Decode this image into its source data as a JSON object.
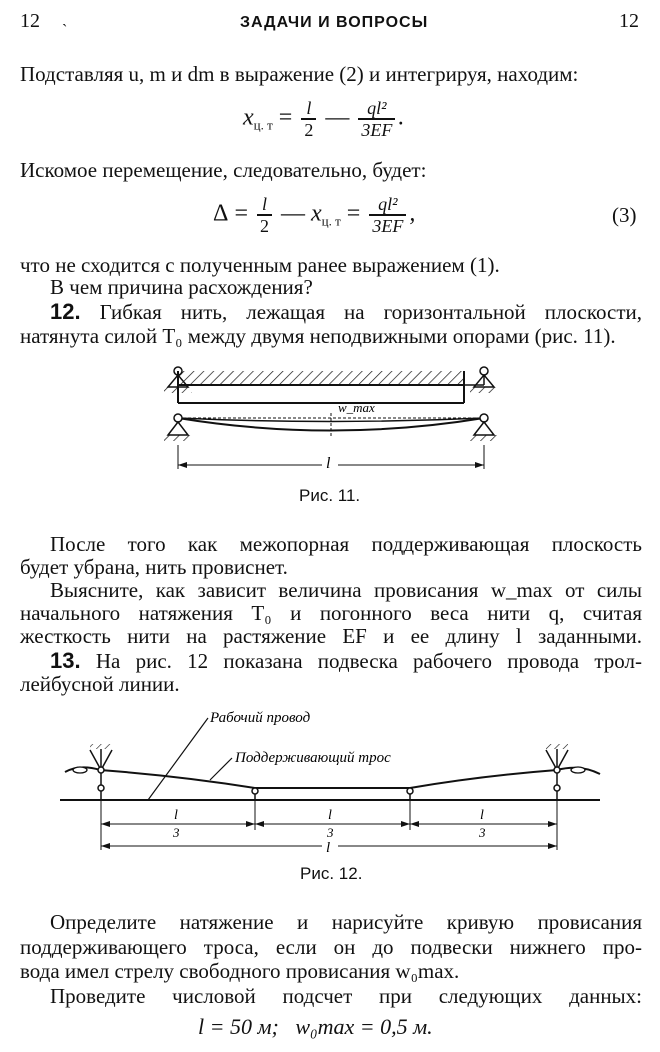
{
  "header": {
    "page_number": "12",
    "title": "ЗАДАЧИ И ВОПРОСЫ",
    "problem_ref": "12"
  },
  "text": {
    "l1": "Подставляя u, m и dm в выражение (2) и интегрируя, находим:",
    "l2": "Искомое перемещение, следовательно, будет:",
    "l3": "что не сходится с полученным ранее выражением (1).",
    "l4": "В чем причина расхождения?",
    "p12_num": "12.",
    "p12_l1": "Гибкая нить, лежащая на горизонтальной плоскости,",
    "p12_l2": "натянута силой T₀ между двумя неподвижными опорами (рис. 11).",
    "after11_l1": "После того как межопорная поддерживающая плоскость",
    "after11_l2": "будет убрана, нить провиснет.",
    "q12_l1": "Выясните, как зависит величина провисания w_max от силы",
    "q12_l2": "начального натяжения T₀ и погонного веса нити q, считая",
    "q12_l3": "жесткость нити на растяжение EF и ее длину l заданными.",
    "p13_num": "13.",
    "p13_l1": "На рис. 12 показана подвеска рабочего провода трол-",
    "p13_l2": "лейбусной линии.",
    "q13_l1": "Определите натяжение и нарисуйте кривую провисания",
    "q13_l2": "поддерживающего троса, если он до подвески нижнего про-",
    "q13_l3": "вода имел стрелу свободного провисания w₀max.",
    "q13_l4": "Проведите числовой подсчет при следующих данных:",
    "data_line": "l = 50 м;   w₀max = 0,5 м."
  },
  "formulas": {
    "eq_xct_lhs": "x",
    "eq_xct_sub": "ц. т",
    "eq_l": "l",
    "eq_2": "2",
    "eq_minus": "—",
    "eq_ql2": "ql²",
    "eq_3EF": "3EF",
    "eq_delta": "Δ",
    "eq_number": "(3)"
  },
  "figure11": {
    "caption": "Рис. 11.",
    "label_w": "w_max",
    "label_l": "l"
  },
  "figure12": {
    "caption": "Рис. 12.",
    "label_wire": "Рабочий провод",
    "label_cable": "Поддерживающий трос",
    "label_l3": "l",
    "label_3": "3",
    "label_l": "l"
  }
}
